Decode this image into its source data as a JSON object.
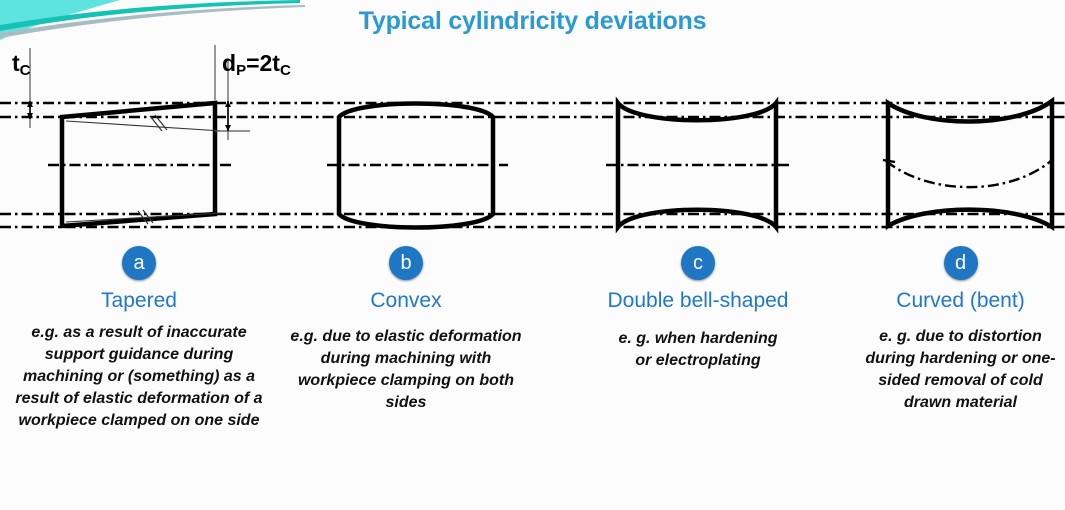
{
  "slide": {
    "title": "Typical cylindricity deviations",
    "title_color": "#2b9ad4",
    "background_color": "#fcfcfc",
    "accent_color": "#1f77c4",
    "deco_colors": [
      "#5fe3e0",
      "#15c3b4",
      "#9fb6be"
    ]
  },
  "annotations": {
    "tc_label": "t",
    "tc_sub": "C",
    "dp_label": "d",
    "dp_sub": "P",
    "dp_rest": "=2t",
    "dp_rest_sub": "C"
  },
  "columns": [
    {
      "badge": "a",
      "name": "Tapered",
      "description": "e.g. as a result of inaccurate support guidance during machining or (something) as a result of elastic deformation of a workpiece clamped on one side",
      "shape": "tapered"
    },
    {
      "badge": "b",
      "name": "Convex",
      "description": "e.g. due to elastic deformation during machining with workpiece clamping on both sides",
      "shape": "convex"
    },
    {
      "badge": "c",
      "name": "Double bell-shaped",
      "description": "e. g. when hardening or electroplating",
      "shape": "double-bell"
    },
    {
      "badge": "d",
      "name": "Curved (bent)",
      "description": "e. g. due to distortion during hardening or one-sided removal of cold drawn material",
      "shape": "curved-bent"
    }
  ]
}
